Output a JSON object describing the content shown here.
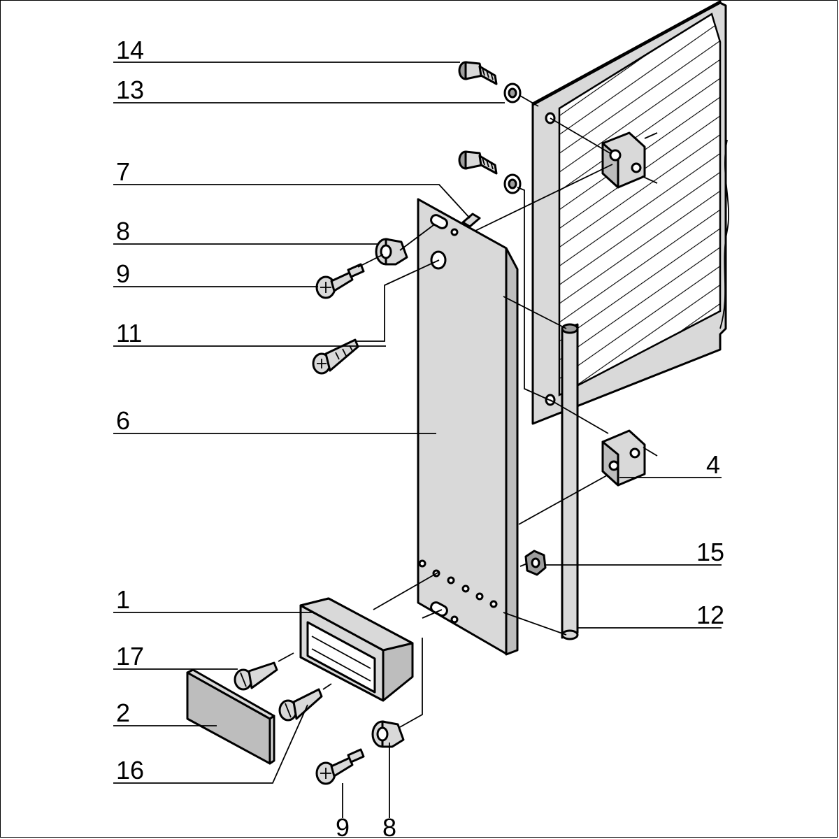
{
  "callouts": [
    {
      "id": "14",
      "text": "14"
    },
    {
      "id": "13",
      "text": "13"
    },
    {
      "id": "7",
      "text": "7"
    },
    {
      "id": "8a",
      "text": "8"
    },
    {
      "id": "9a",
      "text": "9"
    },
    {
      "id": "11",
      "text": "11"
    },
    {
      "id": "6",
      "text": "6"
    },
    {
      "id": "4",
      "text": "4"
    },
    {
      "id": "15",
      "text": "15"
    },
    {
      "id": "1",
      "text": "1"
    },
    {
      "id": "12",
      "text": "12"
    },
    {
      "id": "17",
      "text": "17"
    },
    {
      "id": "2",
      "text": "2"
    },
    {
      "id": "16",
      "text": "16"
    },
    {
      "id": "9b",
      "text": "9"
    },
    {
      "id": "8b",
      "text": "8"
    }
  ]
}
